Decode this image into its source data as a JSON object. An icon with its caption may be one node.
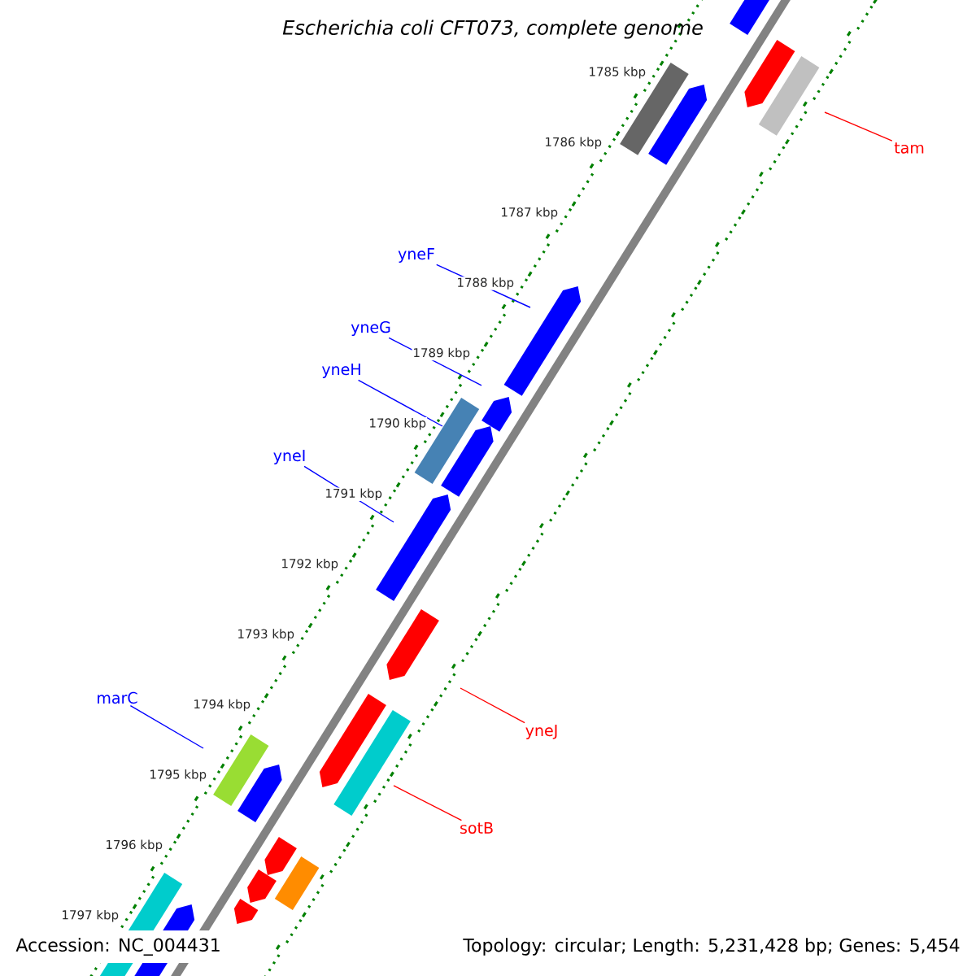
{
  "diagram": {
    "title": "Escherichia coli CFT073, complete genome",
    "nodes": [
      {
        "text": [
          "tam"
        ]
      },
      {
        "text": [
          "yneF"
        ]
      },
      {
        "text": [
          "yneG"
        ]
      },
      {
        "text": [
          "yneH"
        ]
      },
      {
        "text": [
          "yneI"
        ]
      },
      {
        "text": [
          "marC"
        ]
      },
      {
        "text": [
          "yneJ"
        ]
      },
      {
        "text": [
          "sotB"
        ]
      }
    ],
    "edges": [
      {
        "from": 0,
        "to": null,
        "arrow": "none",
        "color": "#ff0000"
      },
      {
        "from": 1,
        "to": null,
        "arrow": "none"
      },
      {
        "from": 2,
        "to": null,
        "arrow": "none"
      },
      {
        "from": 3,
        "to": null,
        "arrow": "none"
      },
      {
        "from": 4,
        "to": null,
        "arrow": "none"
      },
      {
        "from": 5,
        "to": null,
        "arrow": "none"
      },
      {
        "from": 6,
        "to": null,
        "arrow": "none",
        "color": "#ff0000"
      },
      {
        "from": 7,
        "to": null,
        "arrow": "none",
        "color": "#ff0000"
      }
    ],
    "labels": [
      "1785 kbp",
      "1786 kbp",
      "1787 kbp",
      "1788 kbp",
      "1789 kbp",
      "1790 kbp",
      "1791 kbp",
      "1792 kbp",
      "1793 kbp",
      "1794 kbp",
      "1795 kbp",
      "1796 kbp",
      "1797 kbp",
      "Accession: NC_004431",
      "Topology: circular; Length: 5,231,428 bp; Genes: 5,454"
    ]
  }
}
